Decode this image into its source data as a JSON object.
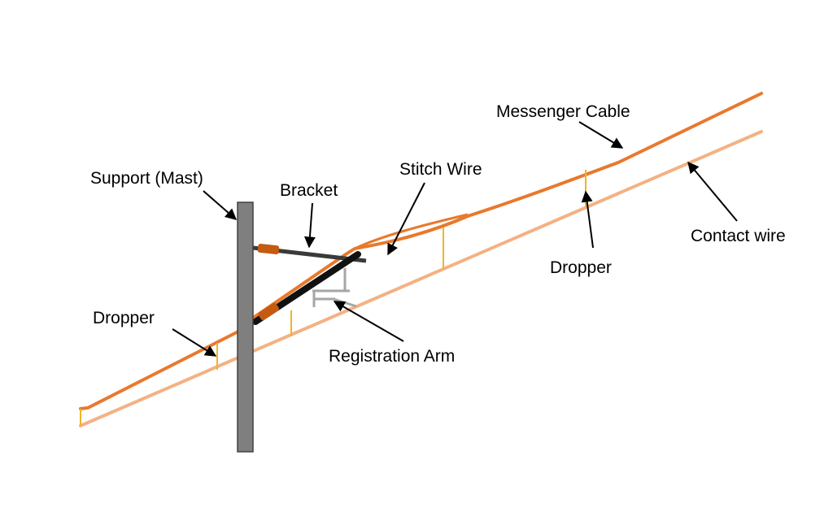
{
  "labels": {
    "support_mast": "Support (Mast)",
    "bracket": "Bracket",
    "stitch_wire": "Stitch Wire",
    "messenger_cable": "Messenger Cable",
    "contact_wire": "Contact wire",
    "dropper_left": "Dropper",
    "dropper_right": "Dropper",
    "registration_arm": "Registration Arm"
  },
  "colors": {
    "messenger_cable": "#e8792d",
    "contact_wire": "#f4b183",
    "dropper": "#f2b324",
    "mast_fill": "#7f7f7f",
    "mast_stroke": "#404040",
    "bracket": "#3a3a3a",
    "registration_arm": "#a6a6a6",
    "insulator": "#c55a11",
    "arrow": "#000000"
  }
}
